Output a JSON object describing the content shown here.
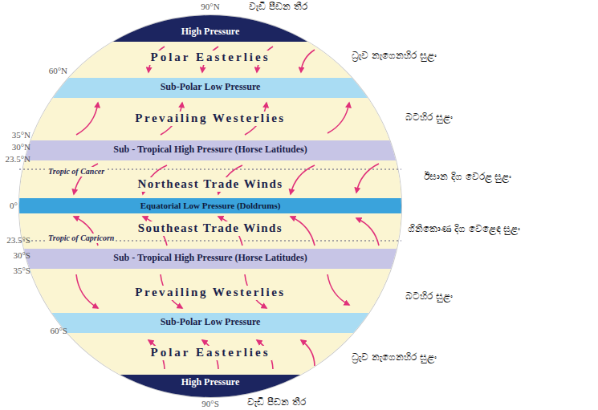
{
  "diagram": {
    "nodes": [
      {
        "text": [
          "High Pressure"
        ]
      },
      {
        "text": [
          "Polar Easterlies"
        ]
      },
      {
        "text": [
          "Sub-Polar Low Pressure"
        ]
      },
      {
        "text": [
          "Prevailing Westerlies"
        ]
      },
      {
        "text": [
          "Sub - Tropical High Pressure (Horse Latitudes)"
        ]
      },
      {
        "text": [
          "Northeast Trade Winds"
        ]
      },
      {
        "text": [
          "Equatorial Low Pressure (Doldrums)"
        ]
      },
      {
        "text": [
          "Southeast Trade Winds"
        ]
      },
      {
        "text": [
          "Sub - Tropical High Pressure (Horse Latitudes)"
        ]
      },
      {
        "text": [
          "Prevailing Westerlies"
        ]
      },
      {
        "text": [
          "Sub-Polar Low Pressure"
        ]
      },
      {
        "text": [
          "Polar Easterlies"
        ]
      },
      {
        "text": [
          "High Pressure"
        ]
      }
    ],
    "labels": [
      "90°N",
      "60°N",
      "35°N",
      "30°N",
      "23.5°N",
      "0°",
      "23.5°S",
      "30°S",
      "35°S",
      "60°S",
      "90°S",
      "Tropic of Cancer",
      "Tropic of Capricorn",
      "වැඩි පීඩන තීර",
      "ධ්‍රැව නැගෙනහිර සුළං",
      "බටහිර සුළං",
      "ඊසාන දිග වෙරළ සුළං",
      "ගිනිකොණ දිග වෙළෙඳ සුළං",
      "බටහිර සුළං",
      "ධ්‍රැව නැගෙනහිර සුළං",
      "වැඩි පීඩන තීර"
    ]
  }
}
